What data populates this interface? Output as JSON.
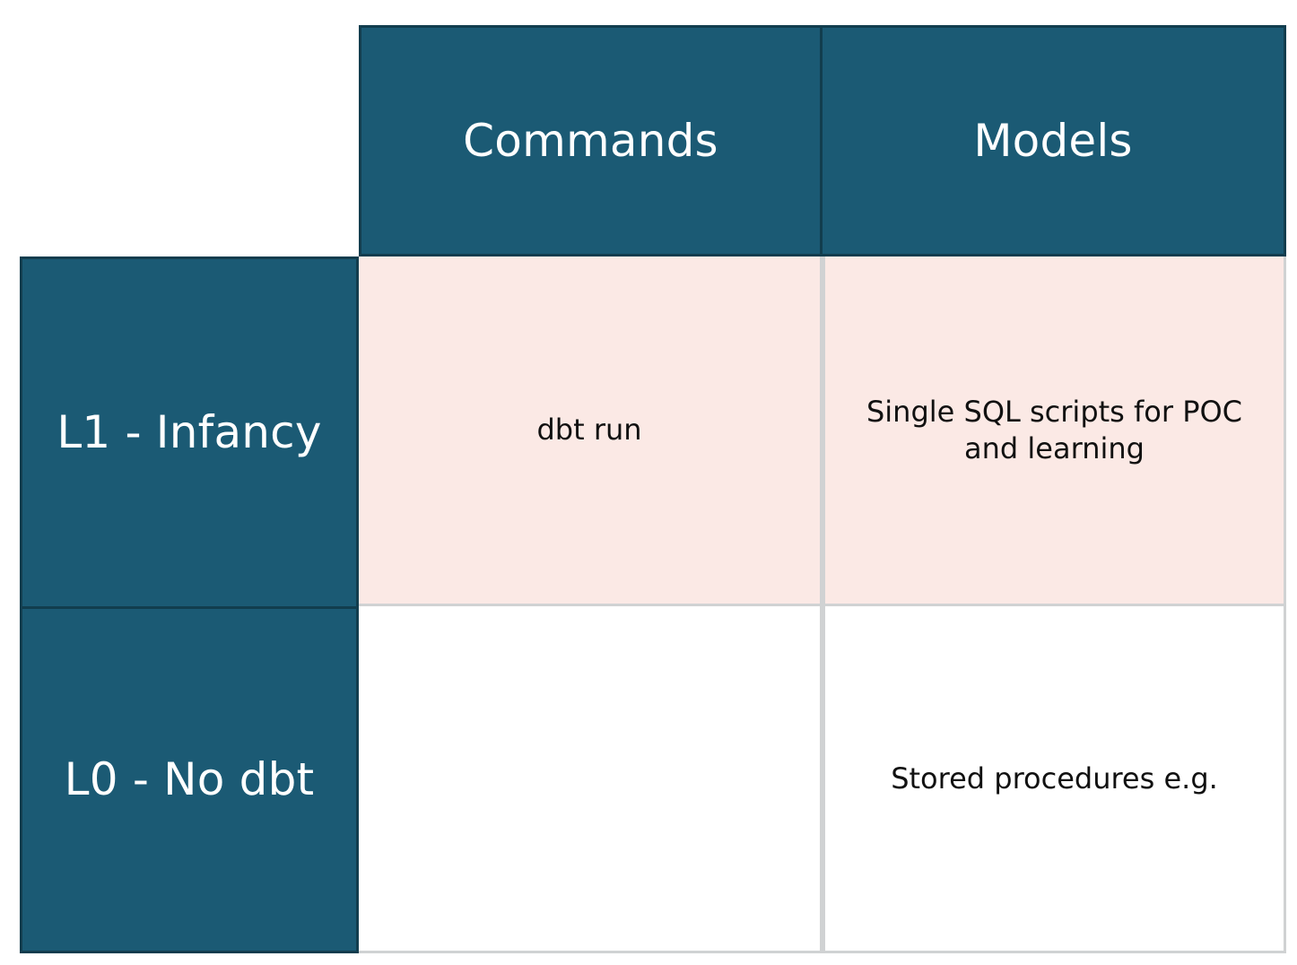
{
  "table": {
    "corner_label": "",
    "column_headers": [
      {
        "id": "commands",
        "label": "Commands"
      },
      {
        "id": "models",
        "label": "Models"
      }
    ],
    "rows": [
      {
        "id": "l1",
        "header": "L1 - Infancy",
        "fill": "#FBE9E5",
        "cells": [
          {
            "column": "commands",
            "text": "dbt run"
          },
          {
            "column": "models",
            "text": "Single SQL scripts for POC and learning"
          }
        ]
      },
      {
        "id": "l0",
        "header": "L0 - No dbt",
        "fill": "#FFFFFF",
        "cells": [
          {
            "column": "commands",
            "text": ""
          },
          {
            "column": "models",
            "text": "Stored procedures e.g."
          }
        ]
      }
    ]
  },
  "colors": {
    "header_teal": "#1B5A74",
    "header_border": "#123D4E",
    "row_fill_pink": "#FBE9E5",
    "row_fill_white": "#FFFFFF",
    "grid_gray": "#D0D2D3",
    "header_text": "#FFFFFF",
    "body_text": "#111111"
  }
}
